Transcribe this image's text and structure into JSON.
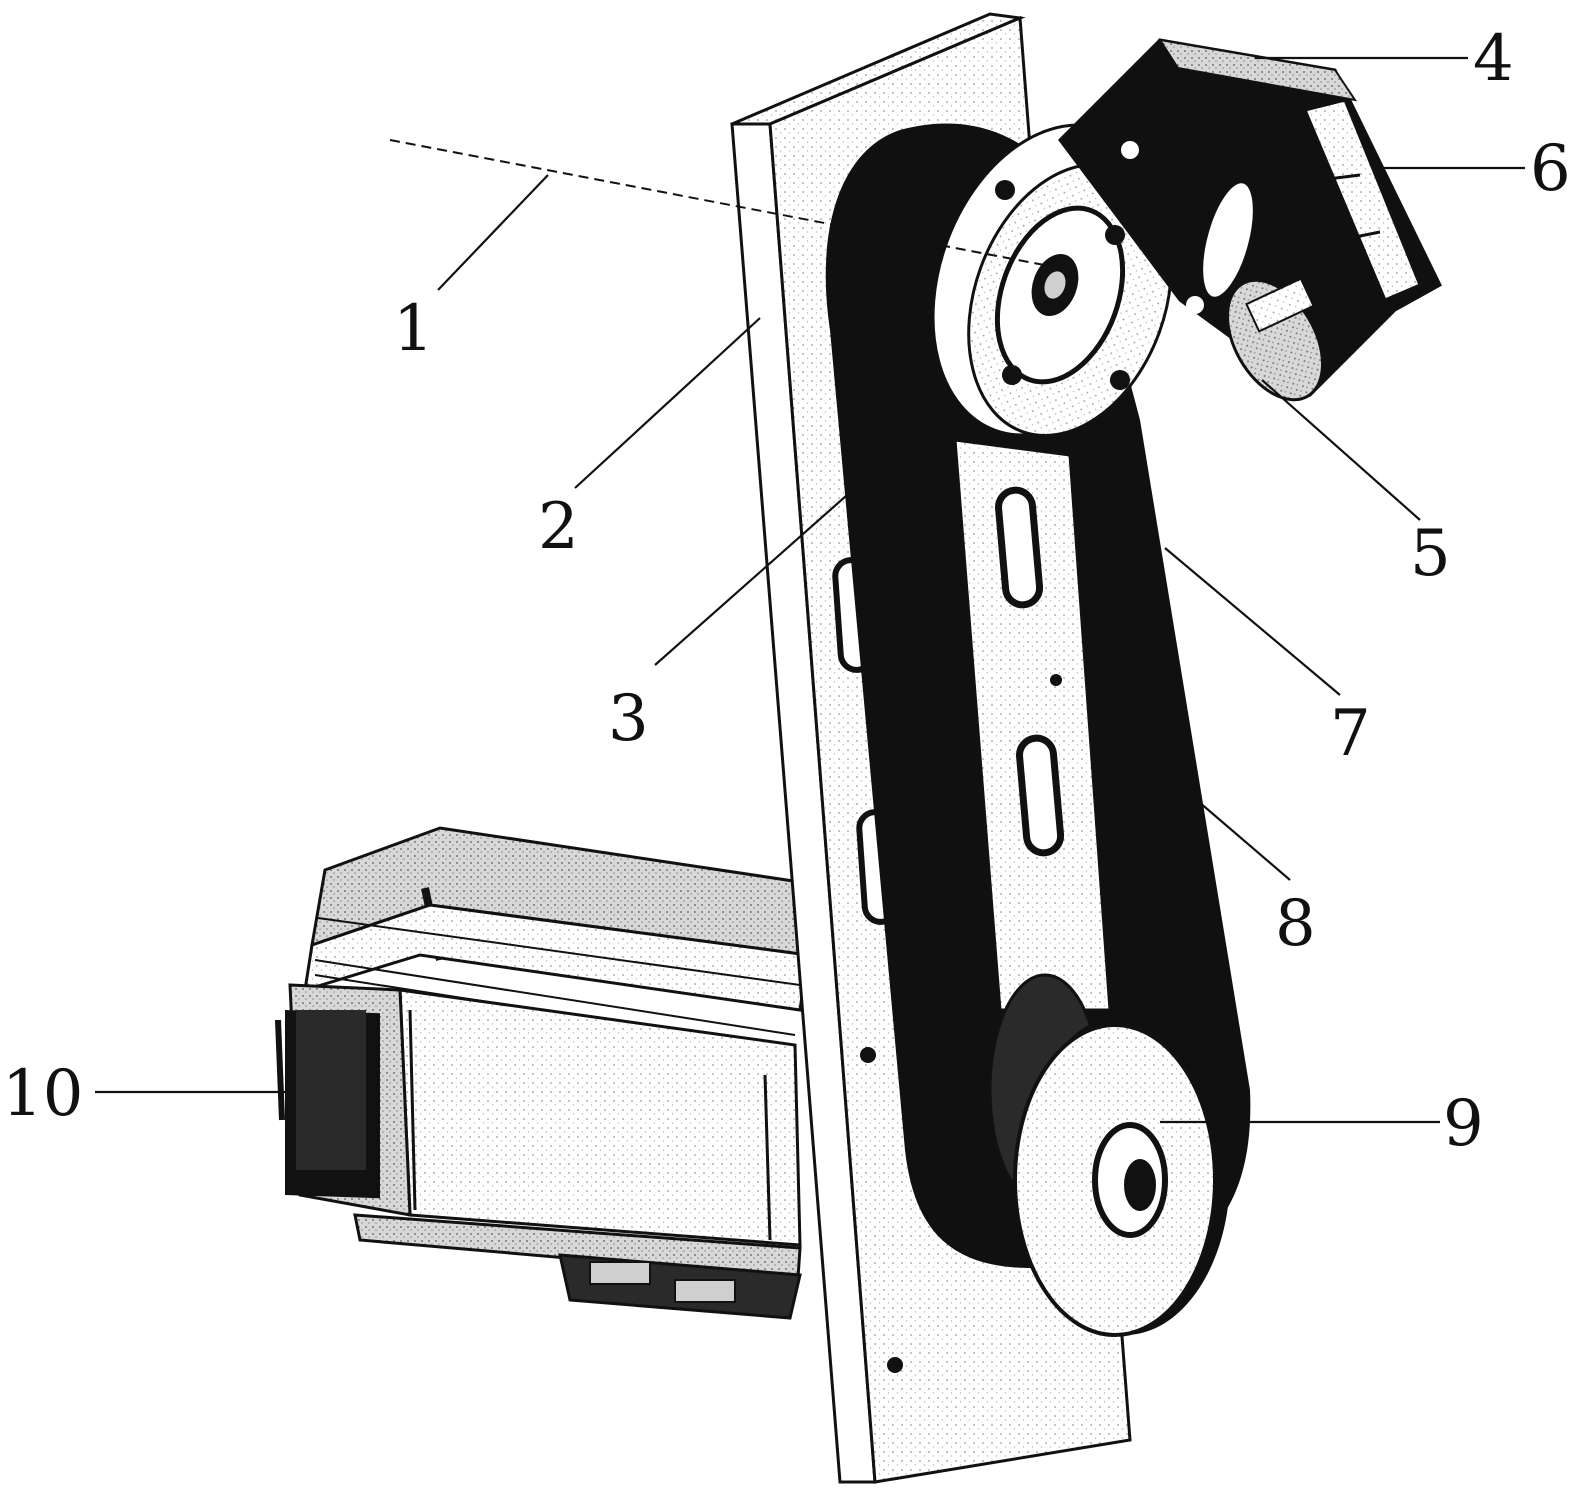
{
  "colors": {
    "ink": "#111111",
    "belt": "#101010",
    "plate": "#ffffff",
    "shade": "#cfcfcf",
    "stipple": "#9a9a9a"
  },
  "callouts": [
    {
      "id": "1",
      "label": "1"
    },
    {
      "id": "2",
      "label": "2"
    },
    {
      "id": "3",
      "label": "3"
    },
    {
      "id": "4",
      "label": "4"
    },
    {
      "id": "5",
      "label": "5"
    },
    {
      "id": "6",
      "label": "6"
    },
    {
      "id": "7",
      "label": "7"
    },
    {
      "id": "8",
      "label": "8"
    },
    {
      "id": "9",
      "label": "9"
    },
    {
      "id": "10",
      "label": "10"
    }
  ]
}
